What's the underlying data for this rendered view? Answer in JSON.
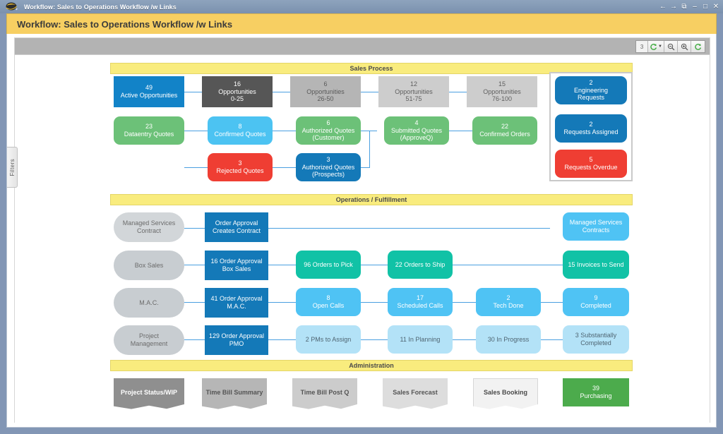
{
  "window": {
    "titlebar_text": "Workflow: Sales to Operations Workflow /w Links",
    "page_title": "Workflow: Sales to Operations Workflow /w Links",
    "controls": [
      {
        "name": "back",
        "glyph": "←"
      },
      {
        "name": "forward",
        "glyph": "→"
      },
      {
        "name": "popout",
        "glyph": "⧉"
      },
      {
        "name": "minimize",
        "glyph": "–"
      },
      {
        "name": "maximize",
        "glyph": "□"
      },
      {
        "name": "close",
        "glyph": "✕"
      }
    ]
  },
  "toolbar": {
    "page_value": "3",
    "refresh_dropdown": "↻▾",
    "zoom_out": "⊖",
    "zoom_in": "⊕",
    "refresh": "↻"
  },
  "filters_tab": {
    "label": "Filters"
  },
  "bands": {
    "sales": "Sales Process",
    "operations": "Operations / Fulfillment",
    "administration": "Administration"
  },
  "colors": {
    "accent_blue": "#1283c8",
    "band_yellow": "#f9ec7e",
    "green": "#6cc178",
    "red": "#ef3e33",
    "teal": "#11c2a6",
    "sky": "#4cc3f2",
    "baby_blue": "#b3e2f7",
    "header_yellow": "#f7cf62",
    "connector": "#4a9fe0",
    "purchasing_green": "#4cab4c"
  },
  "sales_process": {
    "row_opportunities": [
      {
        "num": "49",
        "label": "Active Opportunities",
        "color": "c-blue",
        "shape": "sq"
      },
      {
        "num": "16",
        "label": "Opportunities\n0-25",
        "color": "c-darkgray",
        "shape": "sq"
      },
      {
        "num": "6",
        "label": "Opportunities\n26-50",
        "color": "c-gray",
        "shape": "sq"
      },
      {
        "num": "12",
        "label": "Opportunities\n51-75",
        "color": "c-gray-lt",
        "shape": "sq"
      },
      {
        "num": "15",
        "label": "Opportunities\n76-100",
        "color": "c-gray-lt",
        "shape": "sq"
      }
    ],
    "row_quotes": [
      {
        "num": "23",
        "label": "Dataentry Quotes",
        "color": "c-green",
        "shape": "rnd"
      },
      {
        "num": "8",
        "label": "Confirmed Quotes",
        "color": "c-skyblue",
        "shape": "rnd"
      },
      {
        "num": "6",
        "label": "Authorized Quotes\n(Customer)",
        "color": "c-green",
        "shape": "rnd"
      },
      {
        "num": "4",
        "label": "Submitted Quotes\n(ApproveQ)",
        "color": "c-green",
        "shape": "rnd"
      },
      {
        "num": "22",
        "label": "Confirmed Orders",
        "color": "c-green",
        "shape": "rnd"
      }
    ],
    "row_rejected": [
      {
        "num": "3",
        "label": "Rejected Quotes",
        "color": "c-red",
        "shape": "rnd"
      },
      {
        "num": "3",
        "label": "Authorized Quotes\n(Prospects)",
        "color": "c-blue-dk",
        "shape": "rnd"
      }
    ],
    "engineering_panel": [
      {
        "num": "2",
        "label": "Engineering\nRequests",
        "color": "c-blue-dk",
        "shape": "rnd"
      },
      {
        "num": "2",
        "label": "Requests Assigned",
        "color": "c-blue-dk",
        "shape": "rnd"
      },
      {
        "num": "5",
        "label": "Requests Overdue",
        "color": "c-red",
        "shape": "rnd"
      }
    ]
  },
  "operations": {
    "row_managed_services": [
      {
        "num": "",
        "label": "Managed Services\nContract",
        "color": "c-palegray",
        "shape": "pill"
      },
      {
        "num": "",
        "label": "Order Approval\nCreates Contract",
        "color": "c-blue-dk",
        "shape": "sq"
      },
      {
        "num": "",
        "label": "Managed Services\nContracts",
        "color": "c-skyblue2",
        "shape": "rnd"
      }
    ],
    "row_box_sales": [
      {
        "num": "",
        "label": "Box Sales",
        "color": "c-palegray2",
        "shape": "pill"
      },
      {
        "num": "16",
        "label": "Order Approval\nBox Sales",
        "color": "c-blue-dk",
        "shape": "sq",
        "inline": true
      },
      {
        "num": "96",
        "label": "Orders to Pick",
        "color": "c-teal",
        "shape": "rnd",
        "inline": true
      },
      {
        "num": "22",
        "label": "Orders to Ship",
        "color": "c-teal",
        "shape": "rnd",
        "inline": true
      },
      {
        "num": "15",
        "label": "Invoices to Send",
        "color": "c-teal",
        "shape": "rnd",
        "inline": true
      }
    ],
    "row_mac": [
      {
        "num": "",
        "label": "M.A.C.",
        "color": "c-palegray2",
        "shape": "pill"
      },
      {
        "num": "41",
        "label": "Order Approval\nM.A.C.",
        "color": "c-blue-dk",
        "shape": "sq",
        "inline": true
      },
      {
        "num": "8",
        "label": "Open Calls",
        "color": "c-skyblue2",
        "shape": "rnd"
      },
      {
        "num": "17",
        "label": "Scheduled Calls",
        "color": "c-skyblue2",
        "shape": "rnd"
      },
      {
        "num": "2",
        "label": "Tech Done",
        "color": "c-skyblue2",
        "shape": "rnd"
      },
      {
        "num": "9",
        "label": "Completed",
        "color": "c-skyblue2",
        "shape": "rnd"
      }
    ],
    "row_project_management": [
      {
        "num": "",
        "label": "Project\nManagement",
        "color": "c-palegray2",
        "shape": "pill"
      },
      {
        "num": "129",
        "label": "Order Approval\nPMO",
        "color": "c-blue-dk",
        "shape": "sq",
        "inline": true
      },
      {
        "num": "2",
        "label": "PMs to Assign",
        "color": "c-babyblue",
        "shape": "rnd",
        "inline": true
      },
      {
        "num": "11",
        "label": "In Planning",
        "color": "c-babyblue",
        "shape": "rnd",
        "inline": true
      },
      {
        "num": "30",
        "label": "In Progress",
        "color": "c-babyblue",
        "shape": "rnd",
        "inline": true
      },
      {
        "num": "3",
        "label": "Substantially\nCompleted",
        "color": "c-babyblue",
        "shape": "rnd",
        "inline": true
      }
    ]
  },
  "administration": [
    {
      "num": "",
      "label": "Project Status/WIP",
      "style": "d-dark"
    },
    {
      "num": "",
      "label": "Time Bill Summary",
      "style": "d-mid"
    },
    {
      "num": "",
      "label": "Time Bill Post Q",
      "style": "d-light"
    },
    {
      "num": "",
      "label": "Sales Forecast",
      "style": "d-lighter"
    },
    {
      "num": "",
      "label": "Sales Booking",
      "style": "d-white"
    },
    {
      "num": "39",
      "label": "Purchasing",
      "style": "sq-green"
    }
  ]
}
